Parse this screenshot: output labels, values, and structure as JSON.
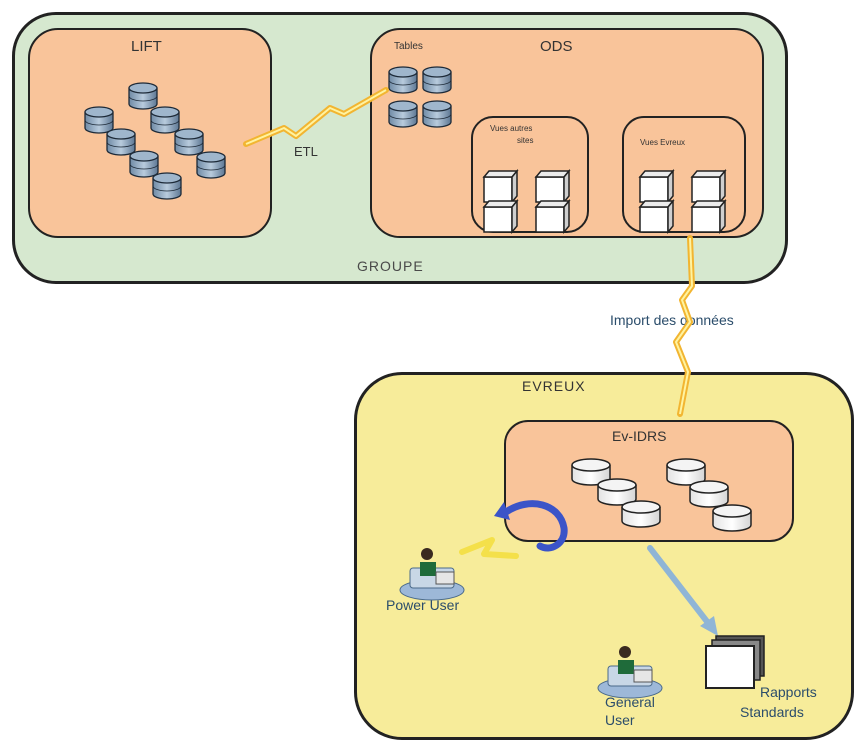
{
  "groupe": {
    "label": "GROUPE",
    "lift": {
      "label": "LIFT"
    },
    "etl": {
      "label": "ETL"
    },
    "ods": {
      "label": "ODS",
      "tables_label": "Tables",
      "view_autres": {
        "label_line1": "Vues autres",
        "label_line2": "sites"
      },
      "view_evreux": {
        "label": "Vues Evreux"
      }
    }
  },
  "import_label": "Import des données",
  "evreux": {
    "label": "EVREUX",
    "evidrs": {
      "label": "Ev-IDRS"
    },
    "power_user": {
      "label": "Power User"
    },
    "general_user": {
      "label_line1": "General",
      "label_line2": "User"
    },
    "rapports": {
      "label_line1": "Rapports",
      "label_line2": "Standards"
    }
  },
  "colors": {
    "groupe_fill": "#d6e8cf",
    "panel_fill": "#f9c49a",
    "evreux_fill": "#f7ec9a",
    "lightning": "#f2b531",
    "arrow_blue": "#8fb5d6"
  }
}
